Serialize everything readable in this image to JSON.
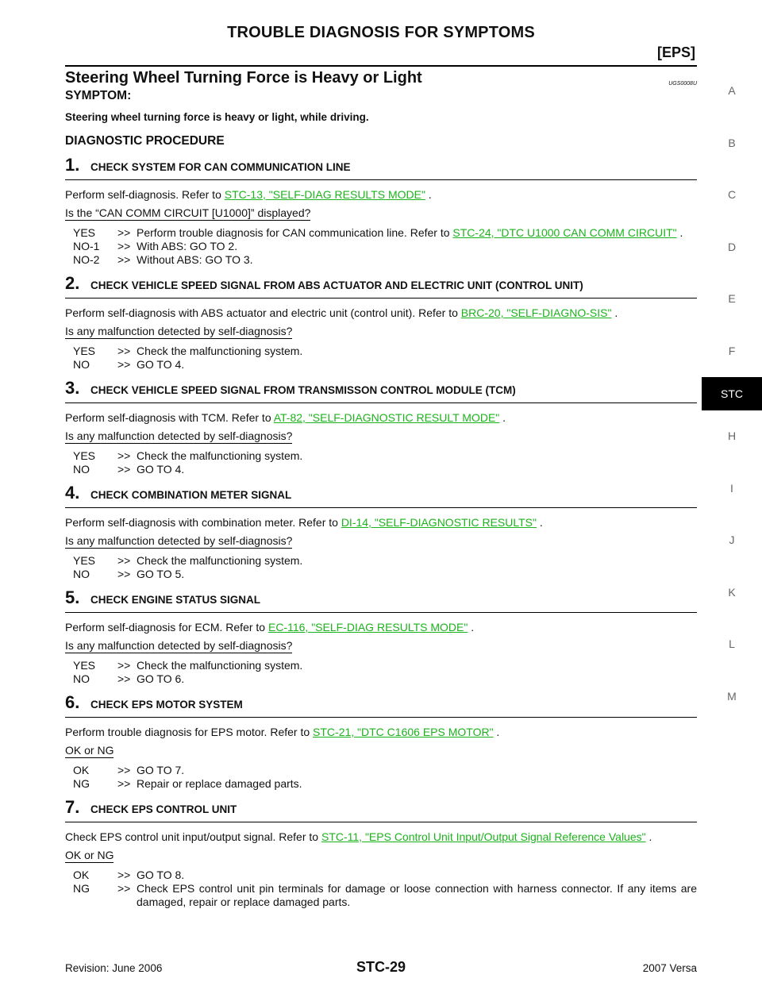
{
  "header": {
    "title": "TROUBLE DIAGNOSIS FOR SYMPTOMS",
    "subtitle": "[EPS]"
  },
  "side_tabs": [
    "A",
    "B",
    "C",
    "D",
    "E",
    "F",
    "STC",
    "H",
    "I",
    "J",
    "K",
    "L",
    "M"
  ],
  "section": {
    "title": "Steering Wheel Turning Force is Heavy or Light",
    "code": "UGS0008U",
    "symptom_heading": "SYMPTOM:",
    "symptom_text": "Steering wheel turning force is heavy or light, while driving.",
    "procedure_heading": "DIAGNOSTIC PROCEDURE"
  },
  "steps": [
    {
      "num": "1.",
      "title": "CHECK SYSTEM FOR CAN COMMUNICATION LINE",
      "body_pre": "Perform self-diagnosis. Refer to ",
      "link": "STC-13, \"SELF-DIAG RESULTS MODE\"",
      "body_post": " .",
      "question": "Is the “CAN COMM CIRCUIT [U1000]” displayed?",
      "answers": [
        {
          "key": "YES",
          "arrow": ">>",
          "text": "Perform trouble diagnosis for CAN communication line. Refer to ",
          "link": "STC-24, \"DTC U1000 CAN COMM CIRCUIT\"",
          "post": " ."
        },
        {
          "key": "NO-1",
          "arrow": ">>",
          "text": "With ABS: GO TO 2.",
          "link": "",
          "post": ""
        },
        {
          "key": "NO-2",
          "arrow": ">>",
          "text": "Without ABS: GO TO 3.",
          "link": "",
          "post": ""
        }
      ]
    },
    {
      "num": "2.",
      "title": "CHECK VEHICLE SPEED SIGNAL FROM ABS ACTUATOR AND ELECTRIC UNIT (CONTROL UNIT)",
      "body_pre": "Perform self-diagnosis with ABS actuator and electric unit (control unit). Refer to ",
      "link": "BRC-20, \"SELF-DIAGNO-SIS\"",
      "body_post": " .",
      "question": "Is any malfunction detected by self-diagnosis?",
      "answers": [
        {
          "key": "YES",
          "arrow": ">>",
          "text": "Check the malfunctioning system.",
          "link": "",
          "post": ""
        },
        {
          "key": "NO",
          "arrow": ">>",
          "text": "GO TO 4.",
          "link": "",
          "post": ""
        }
      ]
    },
    {
      "num": "3.",
      "title": "CHECK VEHICLE SPEED SIGNAL FROM TRANSMISSON CONTROL MODULE (TCM)",
      "body_pre": "Perform self-diagnosis with TCM. Refer to ",
      "link": "AT-82, \"SELF-DIAGNOSTIC RESULT MODE\"",
      "body_post": "  .",
      "question": "Is any malfunction detected by self-diagnosis?",
      "answers": [
        {
          "key": "YES",
          "arrow": ">>",
          "text": "Check the malfunctioning system.",
          "link": "",
          "post": ""
        },
        {
          "key": "NO",
          "arrow": ">>",
          "text": "GO TO 4.",
          "link": "",
          "post": ""
        }
      ]
    },
    {
      "num": "4.",
      "title": "CHECK COMBINATION METER SIGNAL",
      "body_pre": "Perform self-diagnosis with combination meter. Refer to ",
      "link": "DI-14, \"SELF-DIAGNOSTIC RESULTS\"",
      "body_post": " .",
      "question": "Is any malfunction detected by self-diagnosis?",
      "answers": [
        {
          "key": "YES",
          "arrow": ">>",
          "text": "Check the malfunctioning system.",
          "link": "",
          "post": ""
        },
        {
          "key": "NO",
          "arrow": ">>",
          "text": "GO TO 5.",
          "link": "",
          "post": ""
        }
      ]
    },
    {
      "num": "5.",
      "title": "CHECK ENGINE STATUS SIGNAL",
      "body_pre": "Perform self-diagnosis for ECM. Refer to ",
      "link": "EC-116, \"SELF-DIAG RESULTS MODE\"",
      "body_post": " .",
      "question": "Is any malfunction detected by self-diagnosis?",
      "answers": [
        {
          "key": "YES",
          "arrow": ">>",
          "text": "Check the malfunctioning system.",
          "link": "",
          "post": ""
        },
        {
          "key": "NO",
          "arrow": ">>",
          "text": "GO TO 6.",
          "link": "",
          "post": ""
        }
      ]
    },
    {
      "num": "6.",
      "title": "CHECK EPS MOTOR SYSTEM",
      "body_pre": "Perform trouble diagnosis for EPS motor. Refer to ",
      "link": "STC-21, \"DTC C1606 EPS MOTOR\"",
      "body_post": " .",
      "question": "OK or NG",
      "answers": [
        {
          "key": "OK",
          "arrow": ">>",
          "text": "GO TO 7.",
          "link": "",
          "post": ""
        },
        {
          "key": "NG",
          "arrow": ">>",
          "text": "Repair or replace damaged parts.",
          "link": "",
          "post": ""
        }
      ]
    },
    {
      "num": "7.",
      "title": "CHECK EPS CONTROL UNIT",
      "body_pre": "Check EPS control unit input/output signal. Refer to ",
      "link": "STC-11, \"EPS Control Unit Input/Output Signal Reference Values\"",
      "body_post": " .",
      "question": "OK or NG",
      "answers": [
        {
          "key": "OK",
          "arrow": ">>",
          "text": "GO TO 8.",
          "link": "",
          "post": ""
        },
        {
          "key": "NG",
          "arrow": ">>",
          "text": "Check EPS control unit pin terminals for damage or loose connection with harness connector. If any items are damaged, repair or replace damaged parts.",
          "link": "",
          "post": ""
        }
      ]
    }
  ],
  "footer": {
    "revision": "Revision: June 2006",
    "page": "STC-29",
    "model": "2007 Versa"
  }
}
